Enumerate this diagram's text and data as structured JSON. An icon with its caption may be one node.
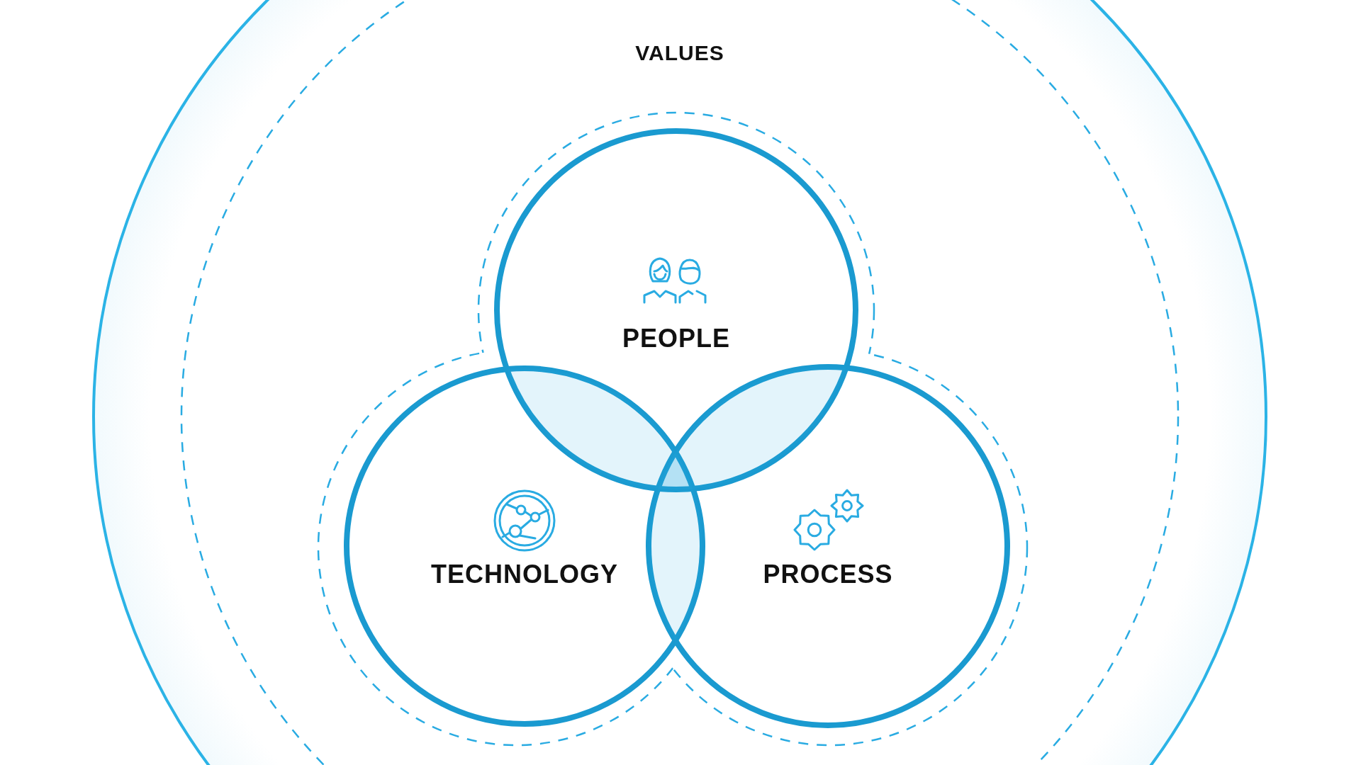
{
  "diagram": {
    "nodes": [
      {
        "text": [
          "VALUES"
        ]
      },
      {
        "text": [
          "PEOPLE"
        ],
        "in": 0
      },
      {
        "text": [
          "TECHNOLOGY"
        ],
        "in": 0
      },
      {
        "text": [
          "PROCESS"
        ],
        "in": 0
      }
    ],
    "edges": []
  }
}
